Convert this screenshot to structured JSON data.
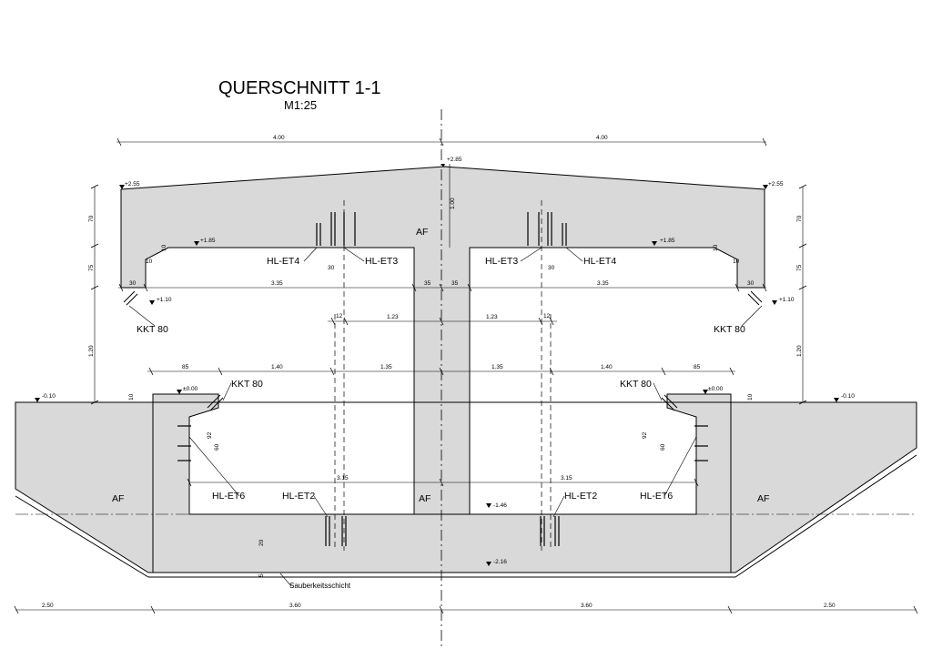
{
  "title": "QUERSCHNITT 1-1",
  "scale": "M1:25",
  "colors": {
    "concrete": "#d9d9d9",
    "line": "#000000"
  },
  "dimensions": {
    "top_left": "4.00",
    "top_right": "4.00",
    "bottom": [
      "2.50",
      "3.60",
      "3.60",
      "2.50"
    ],
    "row_335": [
      "30",
      "3.35",
      "35",
      "35",
      "3.35",
      "30"
    ],
    "row_123": [
      "12",
      "1.23",
      "1.23",
      "12"
    ],
    "row_140": [
      "85",
      "1.40",
      "1.35",
      "1.35",
      "1.40",
      "85"
    ],
    "row_315": [
      "3.15",
      "3.15"
    ],
    "vertical_left": [
      "70",
      "75",
      "1.20"
    ],
    "vertical_right": [
      "70",
      "75",
      "1.20"
    ],
    "small_10": "10",
    "small_30": "30",
    "small_100": "1.00",
    "small_92": "92",
    "small_60": "60",
    "small_20": "20",
    "small_5": "5"
  },
  "elevations": {
    "top": "+2.85",
    "left_top": "+2.55",
    "right_top": "+2.55",
    "slab_left": "+1.85",
    "slab_right": "+1.85",
    "beam_left": "+1.10",
    "beam_right": "+1.10",
    "ground_left": "-0.10",
    "ground_right": "-0.10",
    "wall_left": "±0.00",
    "wall_right": "±0.00",
    "found_top": "-1.46",
    "found_bottom": "-2.16"
  },
  "labels": {
    "af": "AF",
    "kkt": "KKT 80",
    "hl_et2": "HL-ET2",
    "hl_et3": "HL-ET3",
    "hl_et4": "HL-ET4",
    "hl_et6": "HL-ET6",
    "sauberkeit": "Sauberkeitsschicht"
  }
}
